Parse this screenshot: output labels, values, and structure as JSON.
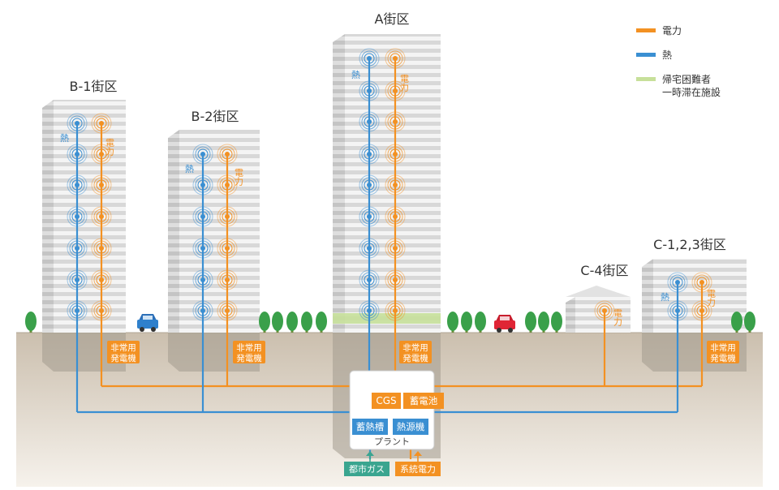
{
  "districts": {
    "a": "A街区",
    "b1": "B-1街区",
    "b2": "B-2街区",
    "c4": "C-4街区",
    "c123": "C-1,2,3街区"
  },
  "legend": {
    "power": "電力",
    "heat": "熱",
    "shelter_line1": "帰宅困難者",
    "shelter_line2": "一時滞在施設",
    "colors": {
      "power": "#f39122",
      "heat": "#3a8fd2",
      "shelter": "#c7e09a"
    }
  },
  "building_labels": {
    "heat": "熱",
    "power": "電力"
  },
  "emergency_generator": {
    "line1": "非常用",
    "line2": "発電機"
  },
  "plant": {
    "label": "プラント",
    "cgs": "CGS",
    "battery": "蓄電池",
    "heat_storage": "蓄熱槽",
    "heat_source": "熱源機"
  },
  "inputs": {
    "city_gas": "都市ガス",
    "grid_power": "系統電力"
  }
}
